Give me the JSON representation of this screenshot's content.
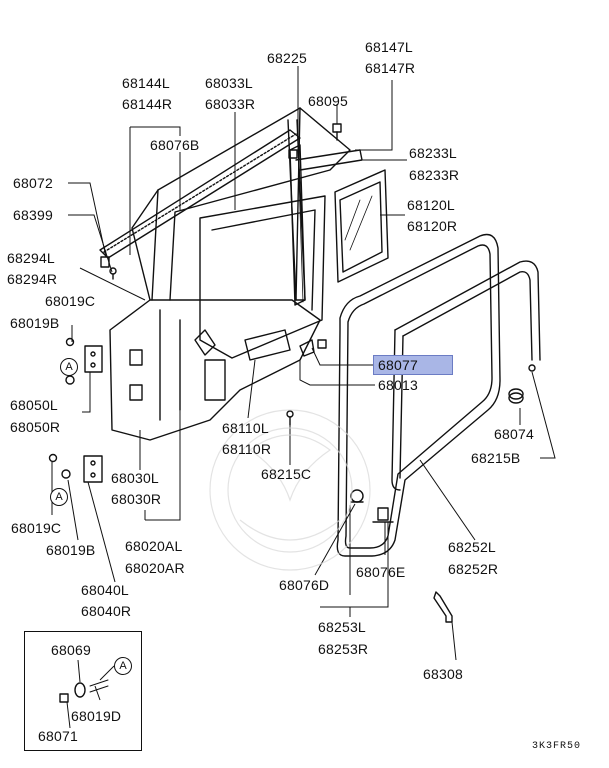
{
  "labels": {
    "p68225": "68225",
    "p68147L": "68147L",
    "p68147R": "68147R",
    "p68144L": "68144L",
    "p68144R": "68144R",
    "p68033L": "68033L",
    "p68033R": "68033R",
    "p68095": "68095",
    "p68076B": "68076B",
    "p68233L": "68233L",
    "p68233R": "68233R",
    "p68072": "68072",
    "p68120L": "68120L",
    "p68120R": "68120R",
    "p68399": "68399",
    "p68294L": "68294L",
    "p68294R": "68294R",
    "p68019C_top": "68019C",
    "p68019B_top": "68019B",
    "p68077": "68077",
    "p68013": "68013",
    "p68050L": "68050L",
    "p68050R": "68050R",
    "p68074": "68074",
    "p68110L": "68110L",
    "p68110R": "68110R",
    "p68215B": "68215B",
    "p68215C": "68215C",
    "p68030L": "68030L",
    "p68030R": "68030R",
    "p68019C_bot": "68019C",
    "p68019B_bot": "68019B",
    "p68020AL": "68020AL",
    "p68020AR": "68020AR",
    "p68252L": "68252L",
    "p68252R": "68252R",
    "p68040L": "68040L",
    "p68040R": "68040R",
    "p68076D": "68076D",
    "p68076E": "68076E",
    "p68253L": "68253L",
    "p68253R": "68253R",
    "p68069": "68069",
    "p68308": "68308",
    "p68019D": "68019D",
    "p68071": "68071"
  },
  "callout_letter": "A",
  "diagram_code": "3K3FR50",
  "highlight_color": "#a9b6e6"
}
